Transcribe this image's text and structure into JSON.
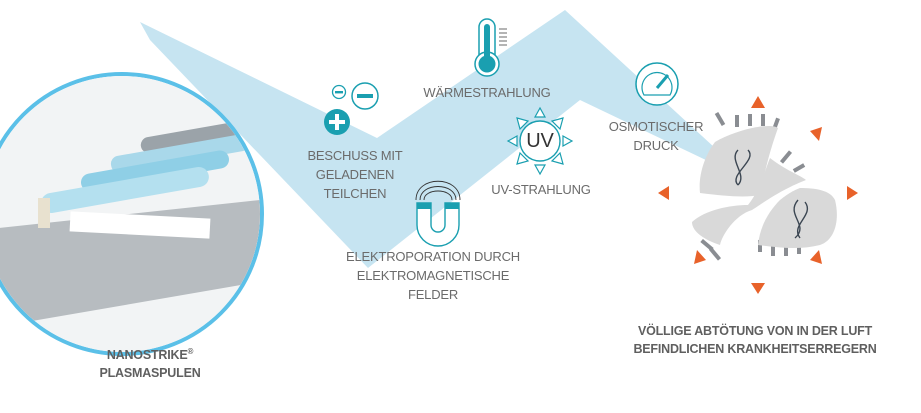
{
  "source_label": {
    "line1": "NANOSTRIKE",
    "reg": "®",
    "line2": "PLASMASPULEN"
  },
  "mechanisms": [
    {
      "icon": "charged-particles-icon",
      "line1": "BESCHUSS MIT",
      "line2": "GELADENEN",
      "line3": "TEILCHEN"
    },
    {
      "icon": "thermometer-icon",
      "line1": "WÄRMESTRAHLUNG"
    },
    {
      "icon": "uv-sun-icon",
      "icon_text": "UV",
      "line1": "UV-STRAHLUNG"
    },
    {
      "icon": "magnet-icon",
      "line1": "ELEKTROPORATION DURCH",
      "line2": "ELEKTROMAGNETISCHE",
      "line3": "FELDER"
    },
    {
      "icon": "pressure-gauge-icon",
      "line1": "OSMOTISCHER",
      "line2": "DRUCK"
    }
  ],
  "result_label": {
    "line1": "VÖLLIGE ABTÖTUNG VON IN DER LUFT",
    "line2": "BEFINDLICHEN KRANKHEITSERREGERN"
  },
  "colors": {
    "beam": "#c6e4f1",
    "teal": "#1a9fb0",
    "ring": "#5bc0e8",
    "arrow": "#e8622a",
    "virus": "#d9d9d9",
    "spike": "#8a8d92"
  }
}
